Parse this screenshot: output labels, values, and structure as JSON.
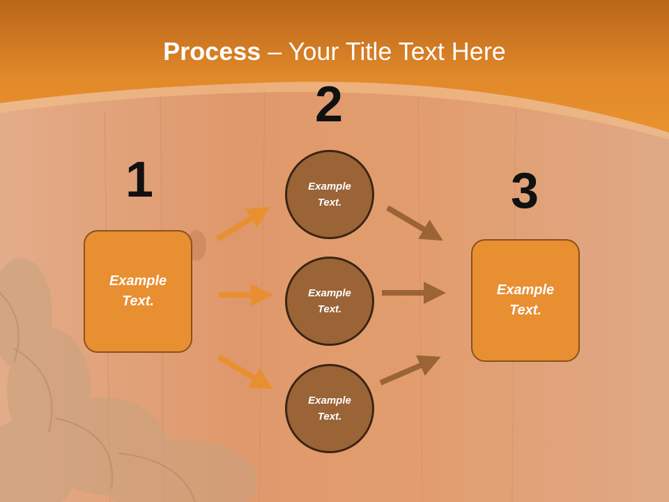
{
  "slide": {
    "title_bold": "Process",
    "title_rest": " – Your Title Text Here",
    "step_numbers": [
      "1",
      "2",
      "3"
    ],
    "left_box": {
      "label": "Example\nText."
    },
    "right_box": {
      "label": "Example\nText."
    },
    "circles": [
      {
        "label": "Example\nText."
      },
      {
        "label": "Example\nText."
      },
      {
        "label": "Example\nText."
      }
    ]
  },
  "colors": {
    "header_orange": "#e2892a",
    "box_orange": "#e88f31",
    "circle_brown": "#9a6436",
    "arrow_orange": "#e88f31",
    "arrow_brown": "#9a6436",
    "wood": "#d98a5a"
  }
}
